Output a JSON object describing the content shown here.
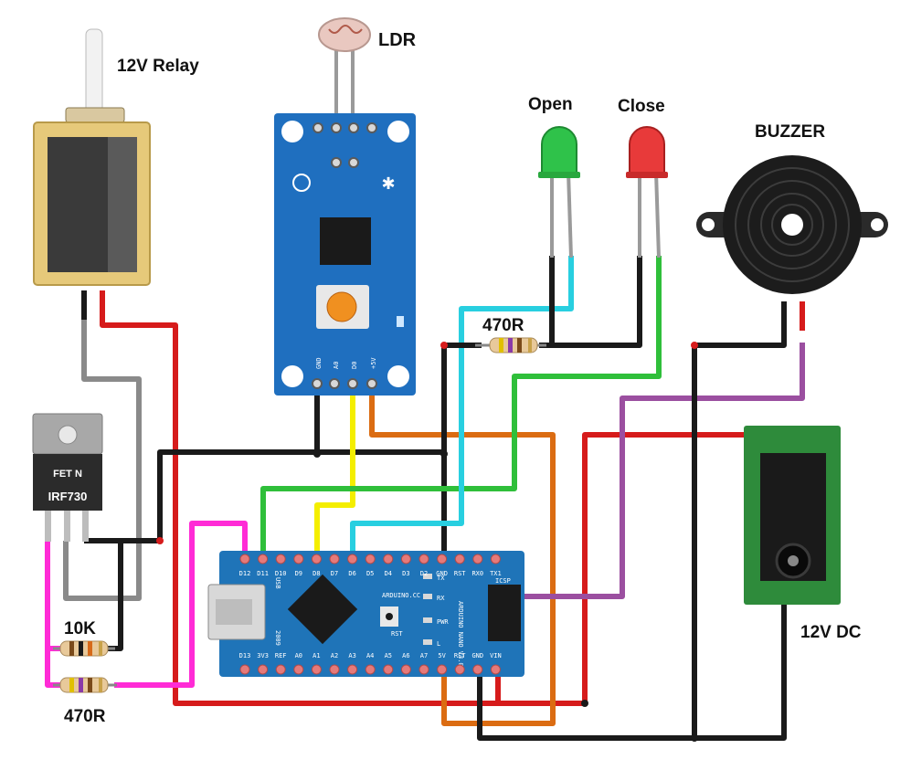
{
  "labels": {
    "relay": "12V Relay",
    "ldr": "LDR",
    "open": "Open",
    "close": "Close",
    "buzzer": "BUZZER",
    "res_470_top": "470R",
    "res_10k": "10K",
    "res_470_bottom": "470R",
    "dc_jack": "12V DC"
  },
  "mosfet": {
    "brand": "FET N",
    "part": "IRF730"
  },
  "ldr_module": {
    "pins": [
      "GND",
      "A0",
      "D0",
      "+5V"
    ]
  },
  "arduino": {
    "top_pins": [
      "D12",
      "D11",
      "D10",
      "D9",
      "D8",
      "D7",
      "D6",
      "D5",
      "D4",
      "D3",
      "D2",
      "GND",
      "RST",
      "RX0",
      "TX1"
    ],
    "bottom_pins": [
      "D13",
      "3V3",
      "REF",
      "A0",
      "A1",
      "A2",
      "A3",
      "A4",
      "A5",
      "A6",
      "A7",
      "5V",
      "RST",
      "GND",
      "VIN"
    ],
    "usb": "USB",
    "year": "2009",
    "brand": "ARDUINO.CC",
    "model": "ARDUINO NANO V3.0",
    "icsp": "ICSP",
    "tx": "TX",
    "rx": "RX",
    "pwr": "PWR",
    "l": "L",
    "rst": "RST"
  },
  "colors": {
    "red": "#d61b1b",
    "black": "#1a1a1a",
    "gray": "#8a8a8a",
    "magenta": "#ff2bd6",
    "yellow": "#f4ee00",
    "orange": "#db6c12",
    "cyan": "#28cfe0",
    "green": "#2fbf3a",
    "purple": "#9b4fa0",
    "board_blue": "#1f6fbf",
    "nano_blue": "#1f74b8",
    "pcb_green": "#2e8b3b"
  }
}
